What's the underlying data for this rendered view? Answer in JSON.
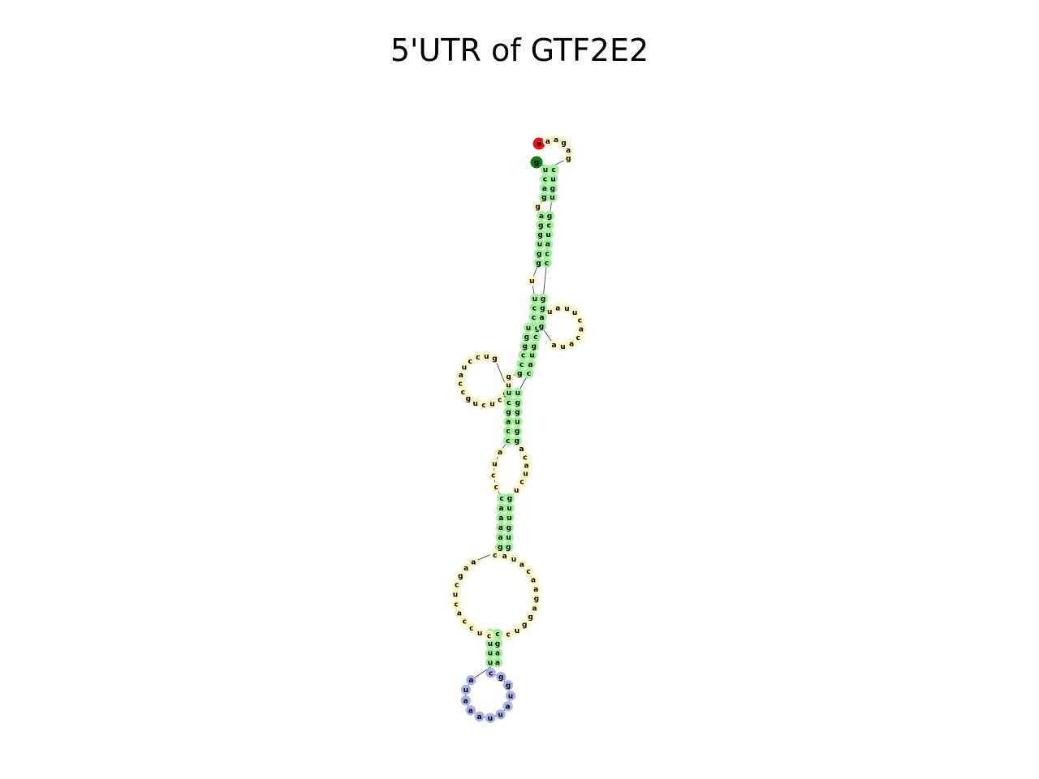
{
  "title": "5'UTR of GTF2E2",
  "colors": {
    "stem": "#a3f09a",
    "loop": "#fdf7c6",
    "hairpin": "#aab0ea",
    "pair_line": "#e0312c",
    "five_prime": "#f01010",
    "three_prime": "#0e7a16",
    "backbone": "#333333"
  },
  "segments": [
    {
      "name": "five-prime-end",
      "type": "end",
      "seq": "aaagag"
    },
    {
      "name": "stem-1",
      "type": "stem",
      "left": "ucag",
      "right": "uguc"
    },
    {
      "name": "bulge-1",
      "type": "loop",
      "seq": "g"
    },
    {
      "name": "stem-2",
      "type": "stem",
      "left": "aggugg",
      "right": "ccaucg"
    },
    {
      "name": "bulge-2",
      "type": "loop",
      "seq": "u"
    },
    {
      "name": "stem-3",
      "type": "stem",
      "left": "uccc",
      "right": "gagg"
    },
    {
      "name": "side-loop-right",
      "type": "loop",
      "seq": "uauucacaua"
    },
    {
      "name": "stem-4",
      "type": "stem",
      "left": "uggccg",
      "right": "caugcg"
    },
    {
      "name": "side-loop-left",
      "type": "loop",
      "seq": "gugcucugccauccug"
    },
    {
      "name": "stem-5",
      "type": "stem",
      "left": "ucgacc",
      "right": "gguggu"
    },
    {
      "name": "internal-loop",
      "type": "loop",
      "seq": "auccucuaca"
    },
    {
      "name": "stem-6",
      "type": "stem",
      "left": "caaaag",
      "right": "guguug"
    },
    {
      "name": "multi-loop",
      "type": "loop",
      "seq": "cauacaagaggucccuccacucgaa"
    },
    {
      "name": "stem-7",
      "type": "stem",
      "left": "auuu",
      "right": "aagc"
    },
    {
      "name": "hairpin-loop",
      "type": "hairpin",
      "seq": "cgguauuaaaua"
    },
    {
      "name": "three-prime-end",
      "type": "end",
      "seq": "g"
    }
  ]
}
